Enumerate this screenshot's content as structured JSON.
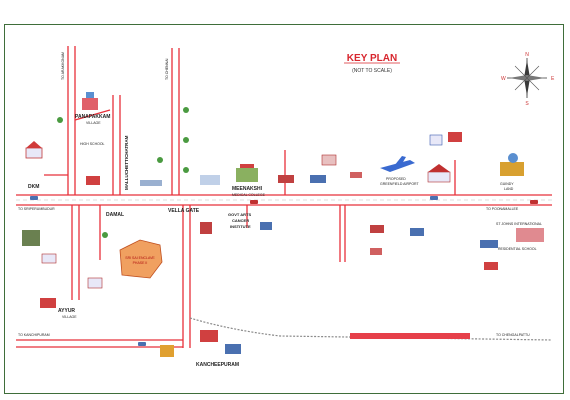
{
  "title": "KEY PLAN",
  "subtitle": "(NOT TO SCALE)",
  "compass": {
    "n": "N",
    "s": "S",
    "e": "E",
    "w": "W"
  },
  "colors": {
    "road": "#e8303a",
    "title": "#d8262e",
    "frame": "#3f6e3a",
    "rail": "#8a8a8a",
    "platform": "#e6404a"
  },
  "places": {
    "panapakkam": "PANAPAKKAM",
    "village": "VILLAGE",
    "school": "HIGH SCHOOL",
    "mallu_road": "MALLUCHETTICHATRAM",
    "dkm": "DKM",
    "vella_gate": "VELLA GATE",
    "damal": "DAMAL",
    "ayyur": "AYYUR",
    "ayyur_village": "VILLAGE",
    "meenakshi": "MEENAKSHI",
    "medical_college": "MEDICAL COLLEGE",
    "govt_arts": "GOVT ARTS",
    "cancer": "CANCER",
    "institute": "INSTITUTE",
    "proposed": "PROPOSED",
    "airport": "GREENFIELD AIRPORT",
    "guindy": "GUINDY",
    "land": "LAND",
    "kancheepuram": "KANCHEEPURAM",
    "to_sriperumbudur": "TO SRIPERUMBUDUR",
    "to_poonamallee": "TO POONAMALLEE",
    "to_arakkonam": "TO ARAKKONAM",
    "to_chennai": "TO CHENNAI",
    "to_kanchipuram": "TO KANCHIPURAM",
    "to_chengalpattu": "TO CHENGALPATTU",
    "international_school": "ST JOHNS INTERNATIONAL",
    "residential_school": "RESIDENTIAL SCHOOL",
    "enclave": "SRI SAI ENCLAVE",
    "enclave_sub": "PHASE II"
  }
}
